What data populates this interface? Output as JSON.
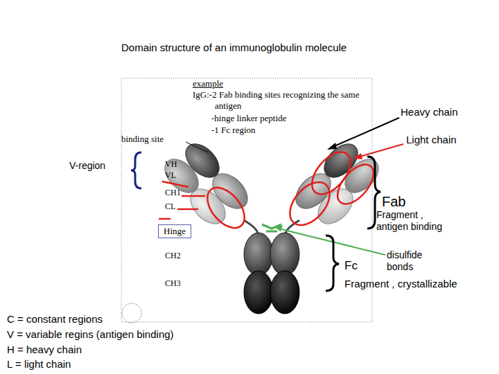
{
  "diagram": {
    "title": "Domain structure of an immunoglobulin molecule",
    "nodes": [
      {
        "text": [
          "Hinge"
        ]
      }
    ],
    "labels": [
      "example",
      "IgG:-2 Fab binding sites recognizing the same antigen",
      "-hinge linker peptide",
      "-1 Fc region",
      "binding site",
      "VH",
      "VL",
      "CH1",
      "CL",
      "CH2",
      "CH3",
      "Heavy chain",
      "Light chain",
      "V-region",
      "Fab",
      "Fragment , antigen binding",
      "disulfide bonds",
      "Fc",
      "Fragment , crystallizable",
      "C = constant regions",
      "V = variable regins (antigen binding)",
      "H = heavy chain",
      "L = light chain"
    ]
  }
}
